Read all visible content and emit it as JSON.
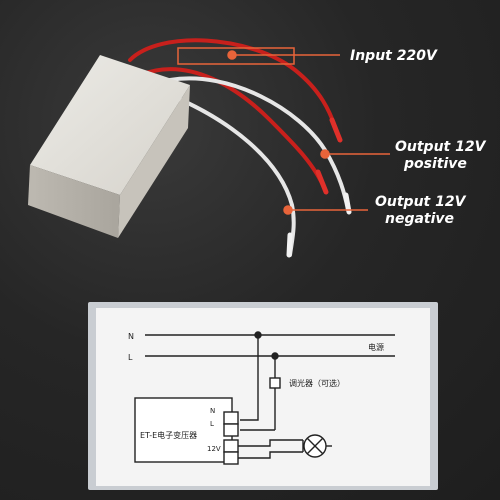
{
  "callouts": {
    "input": "Input 220V",
    "output_positive_line1": "Output 12V",
    "output_positive_line2": "positive",
    "output_negative_line1": "Output 12V",
    "output_negative_line2": "negative"
  },
  "colors": {
    "background": "#222222",
    "callout_accent": "#e8643a",
    "red_wire": "#c8201c",
    "white_wire": "#e6e6e6",
    "box_body": "#dedad2",
    "diagram_panel": "#c9cdd2",
    "diagram_paper": "#f4f4f4"
  },
  "diagram": {
    "line_n": "N",
    "line_l": "L",
    "mains_label": "电源",
    "dimmer_label": "调光器（可选）",
    "transformer_label": "ET-E电子变压器",
    "terminal_n": "N",
    "terminal_l": "L",
    "terminal_12v": "12V",
    "lamp_icon": "lamp-icon",
    "dimmer_icon": "dimmer-icon"
  }
}
